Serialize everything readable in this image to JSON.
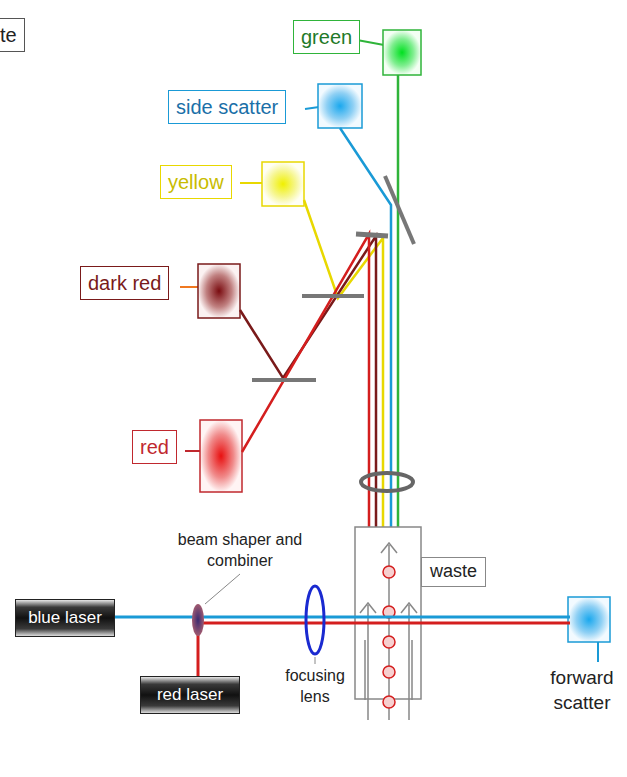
{
  "diagram": {
    "nodes": [
      {
        "text": [
          "te"
        ]
      },
      {
        "text": [
          "green"
        ]
      },
      {
        "text": [
          "side scatter"
        ]
      },
      {
        "text": [
          "yellow"
        ]
      },
      {
        "text": [
          "dark red"
        ]
      },
      {
        "text": [
          "red"
        ]
      },
      {
        "text": [
          "waste"
        ]
      },
      {
        "text": [
          "blue laser"
        ]
      },
      {
        "text": [
          "red laser"
        ]
      }
    ],
    "labels": [
      "beam shaper and combiner",
      "focusing lens",
      "forward scatter"
    ]
  }
}
